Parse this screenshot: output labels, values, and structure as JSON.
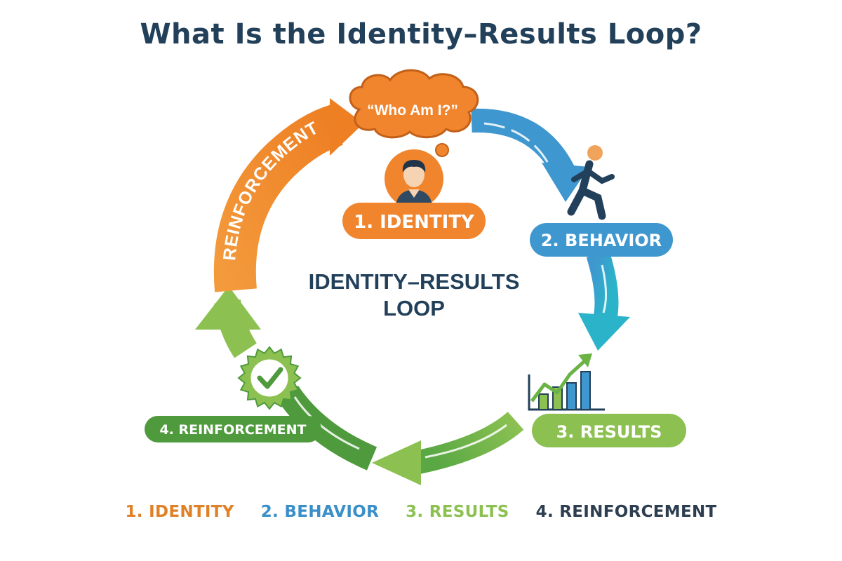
{
  "title": "What Is the Identity–Results Loop?",
  "center_label": {
    "line1": "IDENTITY–RESULTS",
    "line2": "LOOP"
  },
  "thought_text": "“Who Am I?”",
  "arc_label": "REINFORCEMENT",
  "stages": [
    {
      "label": "1. IDENTITY",
      "color": "#f0852d"
    },
    {
      "label": "2. BEHAVIOR",
      "color": "#3f97cf"
    },
    {
      "label": "3. RESULTS",
      "color": "#8cc152"
    },
    {
      "label": "4. REINFORCEMENT",
      "color": "#4e9a3c"
    }
  ],
  "legend": [
    {
      "label": "1.  IDENTITY",
      "color": "#e08128"
    },
    {
      "label": "2. BEHAVIOR",
      "color": "#3a8fc8"
    },
    {
      "label": "3. RESULTS",
      "color": "#8cc152"
    },
    {
      "label": "4. REINFORCEMENT",
      "color": "#2c3e50"
    }
  ],
  "colors": {
    "orange": "#f0852d",
    "blue": "#3f97cf",
    "teal": "#2bb3c9",
    "light_green": "#8cc152",
    "dark_green": "#4e9a3c",
    "navy": "#22405a"
  },
  "icons": [
    "person-icon",
    "thought-cloud-icon",
    "runner-icon",
    "growth-chart-icon",
    "check-badge-icon"
  ]
}
